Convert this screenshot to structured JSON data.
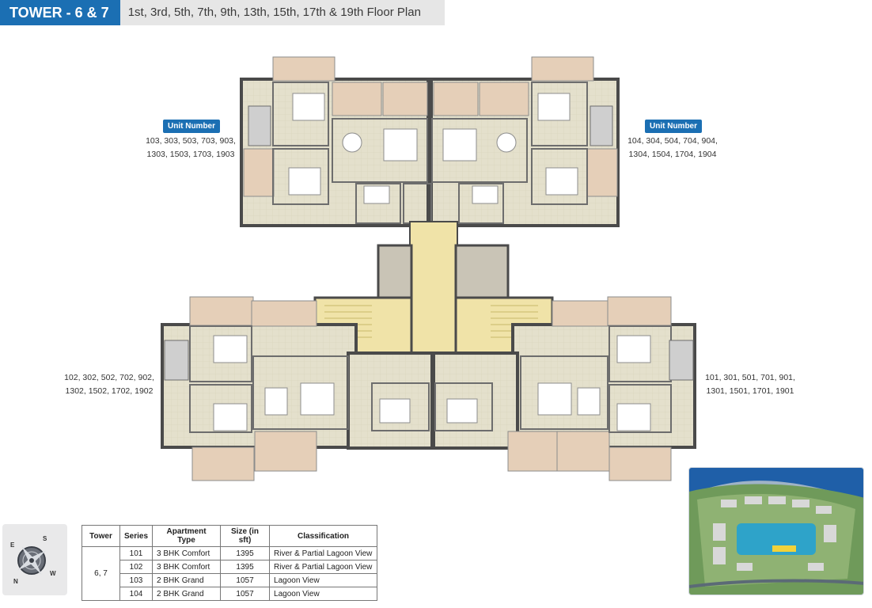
{
  "header": {
    "tower": "TOWER - 6 & 7",
    "floors": "1st, 3rd, 5th, 7th, 9th, 13th, 15th, 17th & 19th Floor Plan"
  },
  "unit_labels": {
    "left_badge": "Unit Number",
    "right_badge": "Unit Number",
    "top_left_line1": "103, 303, 503, 703, 903,",
    "top_left_line2": "1303, 1503, 1703, 1903",
    "top_right_line1": "104, 304, 504, 704, 904,",
    "top_right_line2": "1304, 1504, 1704, 1904",
    "mid_left_line1": "102, 302, 502, 702, 902,",
    "mid_left_line2": "1302, 1502, 1702, 1902",
    "mid_right_line1": "101, 301, 501, 701, 901,",
    "mid_right_line2": "1301, 1501, 1701, 1901"
  },
  "compass": {
    "n": "N",
    "s": "S",
    "e": "E",
    "w": "W"
  },
  "table": {
    "headers": [
      "Tower",
      "Series",
      "Apartment Type",
      "Size (in sft)",
      "Classification"
    ],
    "tower": "6, 7",
    "rows": [
      {
        "series": "101",
        "type": "3 BHK Comfort",
        "size": "1395",
        "classification": "River & Partial Lagoon View"
      },
      {
        "series": "102",
        "type": "3 BHK Comfort",
        "size": "1395",
        "classification": "River & Partial Lagoon View"
      },
      {
        "series": "103",
        "type": "2 BHK Grand",
        "size": "1057",
        "classification": "Lagoon View"
      },
      {
        "series": "104",
        "type": "2 BHK Grand",
        "size": "1057",
        "classification": "Lagoon View"
      }
    ]
  },
  "colors": {
    "accent": "#1b6fb3",
    "wall": "#4a4a4a",
    "floor": "#e4e0cc",
    "terrace": "#e5cfb8",
    "core": "#f0e3a8"
  }
}
